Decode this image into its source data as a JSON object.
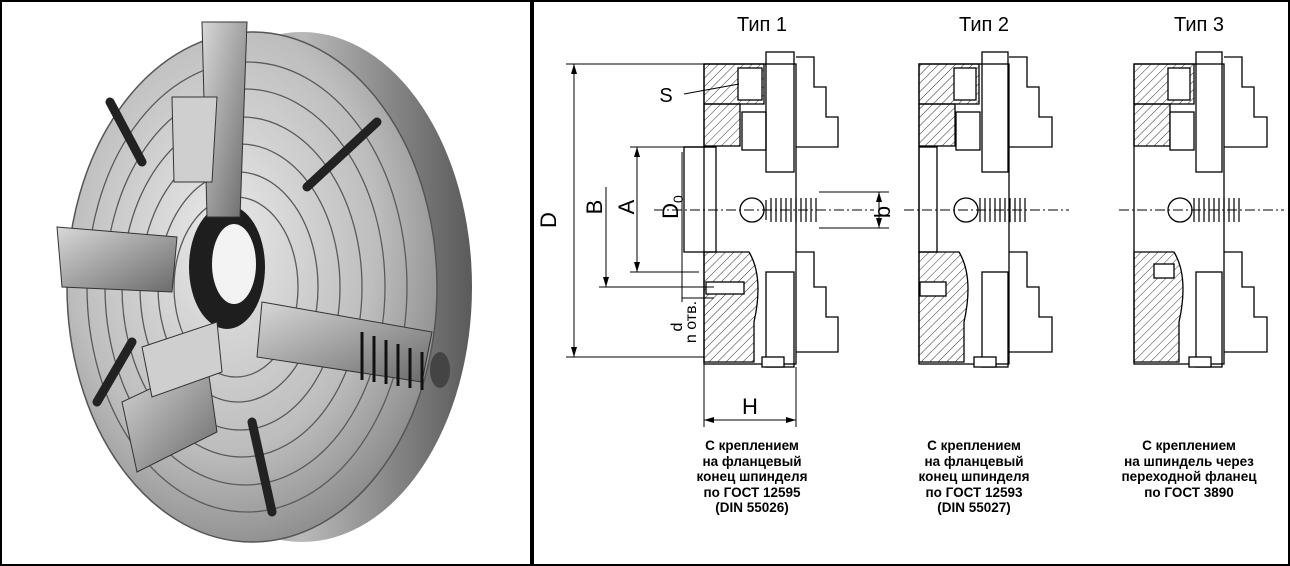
{
  "types": [
    {
      "title": "Тип 1",
      "caption": [
        "С креплением",
        "на фланцевый",
        "конец шпинделя",
        "по ГОСТ 12595",
        "(DIN 55026)"
      ]
    },
    {
      "title": "Тип 2",
      "caption": [
        "С креплением",
        "на фланцевый",
        "конец шпинделя",
        "по ГОСТ 12593",
        "(DIN 55027)"
      ]
    },
    {
      "title": "Тип 3",
      "caption": [
        "С креплением",
        "на шпиндель через",
        "переходной фланец",
        "по ГОСТ 3890"
      ]
    }
  ],
  "dimensions": {
    "D": "D",
    "B": "B",
    "A": "A",
    "D0_main": "D",
    "D0_sub": "0",
    "b": "b",
    "S": "S",
    "H": "H",
    "d": "d",
    "n_holes": "n отв."
  }
}
